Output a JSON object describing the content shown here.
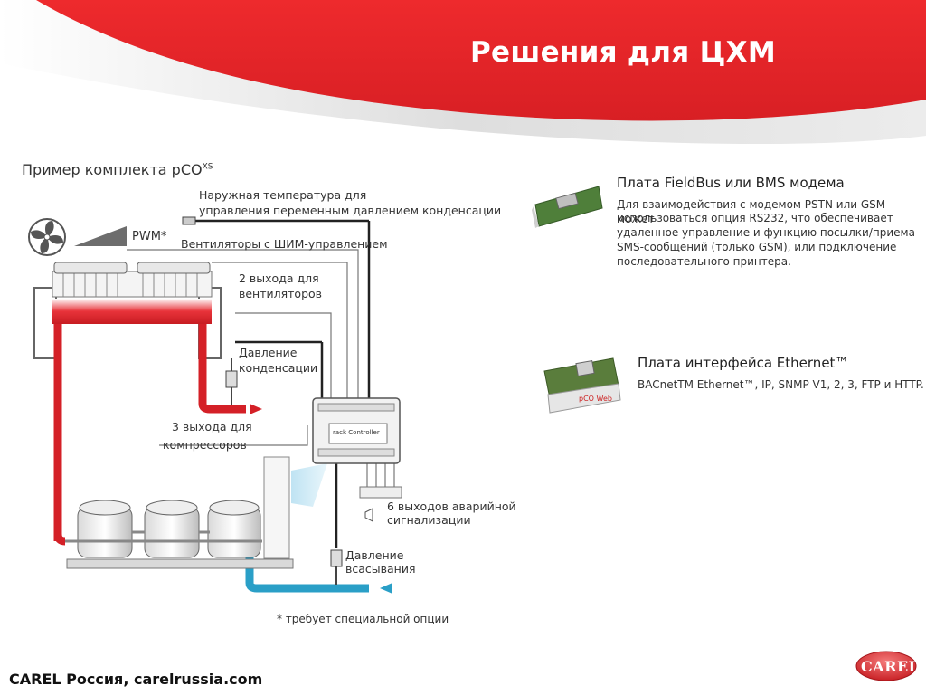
{
  "title": "Решения для ЦХМ",
  "kit": {
    "title_main": "Пример комплекта pCO",
    "title_sup": "XS"
  },
  "labels": {
    "outdoor_temp_1": "Наружная температура для",
    "outdoor_temp_2": "управления переменным давлением конденсации",
    "pwm": "PWM*",
    "fans_pwm": "Вентиляторы с ШИМ-управлением",
    "fan_outputs_1": "2 выхода для",
    "fan_outputs_2": "вентиляторов",
    "cond_pressure_1": "Давление",
    "cond_pressure_2": "конденсации",
    "comp_outputs_1": "3 выхода для",
    "comp_outputs_2": "компрессоров",
    "alarm_outputs_1": "6 выходов аварийной",
    "alarm_outputs_2": "сигнализации",
    "suction_pressure_1": "Давление",
    "suction_pressure_2": "всасывания",
    "footnote": "* требует специальной опции",
    "controller_label": "rack Controller"
  },
  "cards": [
    {
      "title": "Плата FieldBus или BMS модема",
      "desc": [
        "Для взаимодействия с модемом PSTN или GSM может",
        "использоваться опция RS232, что обеспечивает",
        "удаленное управление и функцию посылки/приема",
        "SMS-сообщений (только GSM), или подключение",
        "последовательного принтера."
      ]
    },
    {
      "title": "Плата интерфейса Ethernet™",
      "desc": [
        "BACnetTM Ethernet™, IP, SNMP V1, 2, 3, FTP и HTTP."
      ],
      "board_label": "pCO Web"
    }
  ],
  "footer": "CAREL Россия, carelrussia.com",
  "logo": "CAREL",
  "colors": {
    "banner_red": "#e52427",
    "hot_line": "#d42027",
    "cold_line": "#2a9fc7",
    "wire": "#222222"
  }
}
